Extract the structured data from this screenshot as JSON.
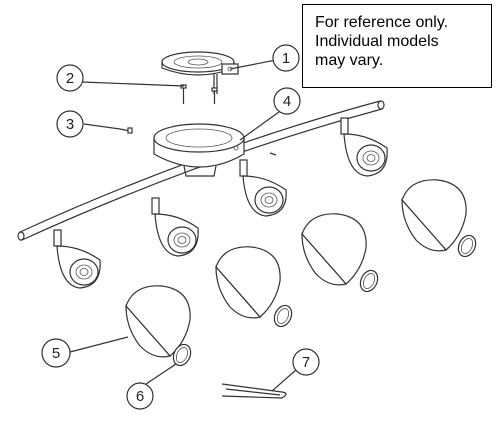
{
  "note": {
    "lines": [
      "For reference only.",
      "Individual models",
      "may vary."
    ]
  },
  "callouts": [
    {
      "id": "1",
      "label": "1"
    },
    {
      "id": "2",
      "label": "2"
    },
    {
      "id": "3",
      "label": "3"
    },
    {
      "id": "4",
      "label": "4"
    },
    {
      "id": "5",
      "label": "5"
    },
    {
      "id": "6",
      "label": "6"
    },
    {
      "id": "7",
      "label": "7"
    }
  ],
  "parts": {
    "1": "mounting-bracket",
    "2": "mounting-screws",
    "3": "set-screw",
    "4": "canopy",
    "5": "glass-shade",
    "6": "retaining-ring",
    "7": "installation-tool"
  }
}
